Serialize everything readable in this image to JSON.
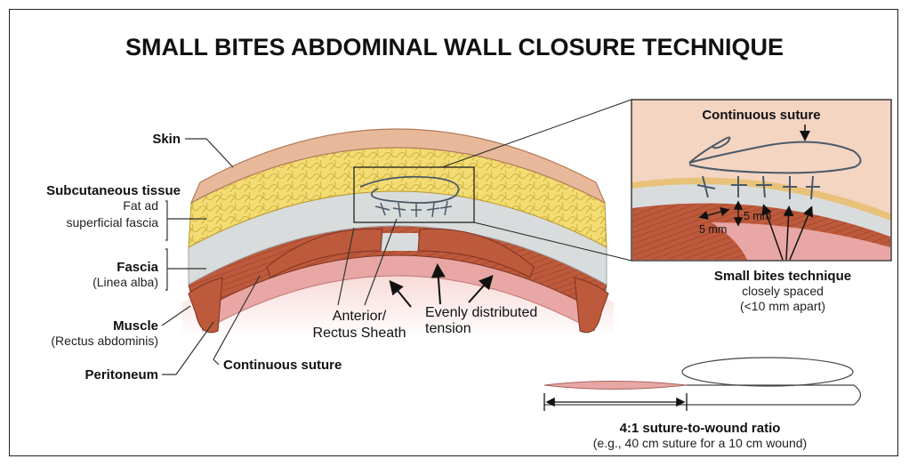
{
  "title": "SMALL BITES ABDOMINAL WALL CLOSURE TECHNIQUE",
  "labels": {
    "skin": "Skin",
    "subcutaneous": "Subcutaneous tissue",
    "fat_line1": "Fat ad",
    "fat_line2": "superficial fascia",
    "fascia": "Fascia",
    "fascia_sub": "(Linea alba)",
    "muscle": "Muscle",
    "muscle_sub": "(Rectus abdominis)",
    "peritoneum": "Peritoneum",
    "continuous_suture_bottom": "Continuous suture",
    "anterior_line1": "Anterior/",
    "anterior_line2": "Rectus Sheath",
    "tension_line1": "Evenly distributed",
    "tension_line2": "tension"
  },
  "inset": {
    "title": "Continuous suture",
    "spacing_horizontal": "5 mm",
    "spacing_vertical": "5 mm",
    "technique_title": "Small bites technique",
    "technique_line1": "closely spaced",
    "technique_line2": "(<10 mm apart)"
  },
  "ratio": {
    "title": "4:1 suture-to-wound ratio",
    "subtitle": "(e.g., 40 cm suture for a 10 cm wound)"
  },
  "colors": {
    "skin": "#e7b99a",
    "fat": "#f3dc72",
    "fascia": "#d9dcdc",
    "muscle": "#bd5a3c",
    "peritoneum": "#e8a7a4",
    "suture": "#4a5968"
  }
}
